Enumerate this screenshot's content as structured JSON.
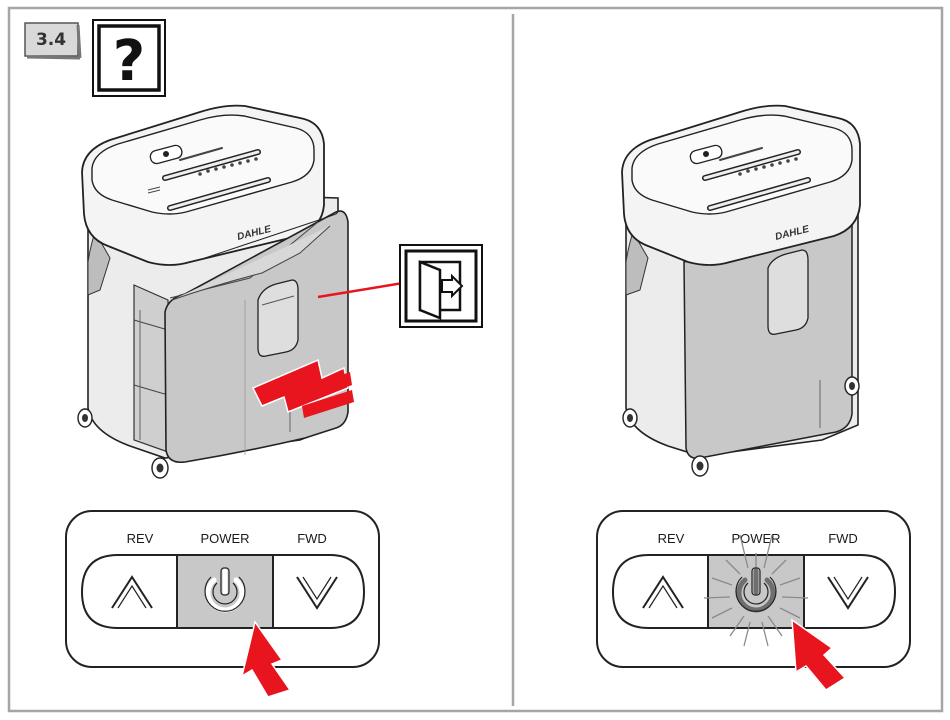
{
  "step_label": "3.4",
  "help_symbol": "?",
  "brand": "DAHLE",
  "left_panel": {
    "door_state": "closing",
    "control_labels": {
      "rev": "REV",
      "power": "POWER",
      "fwd": "FWD"
    },
    "power_button_state": "off"
  },
  "right_panel": {
    "door_state": "closed",
    "control_labels": {
      "rev": "REV",
      "power": "POWER",
      "fwd": "FWD"
    },
    "power_button_state": "lit"
  },
  "icons": {
    "door_icon": "door-exit-icon",
    "help_icon": "question-mark-icon",
    "push_arrow": "red-arrow-icon",
    "rev_icon": "chevron-up-icon",
    "fwd_icon": "chevron-down-icon",
    "power_icon": "power-icon"
  },
  "colors": {
    "arrow_red": "#e8141e",
    "panel_gray": "#c8c8c8",
    "frame_gray": "#a0a0a0",
    "power_lit": "#6f6f6f"
  }
}
